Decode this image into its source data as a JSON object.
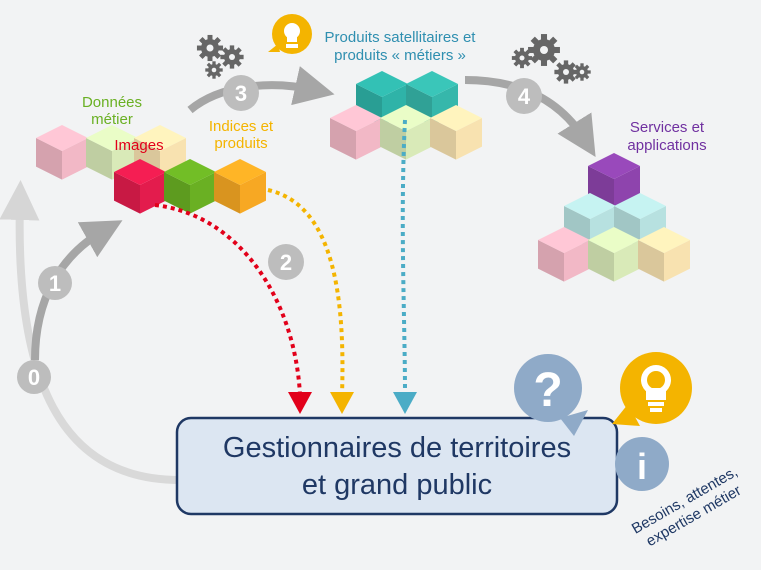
{
  "labels": {
    "donnees_line1": "Données",
    "donnees_line2": "métier",
    "images": "Images",
    "indices_line1": "Indices et",
    "indices_line2": "produits",
    "produits_line1": "Produits satellitaires et",
    "produits_line2": "produits « métiers »",
    "services_line1": "Services et",
    "services_line2": "applications",
    "main_line1": "Gestionnaires de territoires",
    "main_line2": "et grand public",
    "besoins_line1": "Besoins, attentes,",
    "besoins_line2": "expertise métier"
  },
  "steps": [
    "0",
    "1",
    "2",
    "3",
    "4"
  ],
  "icons": {
    "question": "?",
    "info": "i"
  },
  "colors": {
    "background": "#f2f3f4",
    "green_text": "#6ab023",
    "red_text": "#e2001a",
    "yellow_text": "#f4b400",
    "teal_text": "#2f8fb0",
    "purple_text": "#7030a0",
    "main_box_fill": "#dce6f2",
    "main_box_stroke": "#1f3864",
    "main_text": "#1f3864",
    "step_circle": "#bdbdbd",
    "arrow_gray": "#a6a6a6",
    "icon_bubble": "#8faac8",
    "bulb_orange": "#f4b400"
  }
}
